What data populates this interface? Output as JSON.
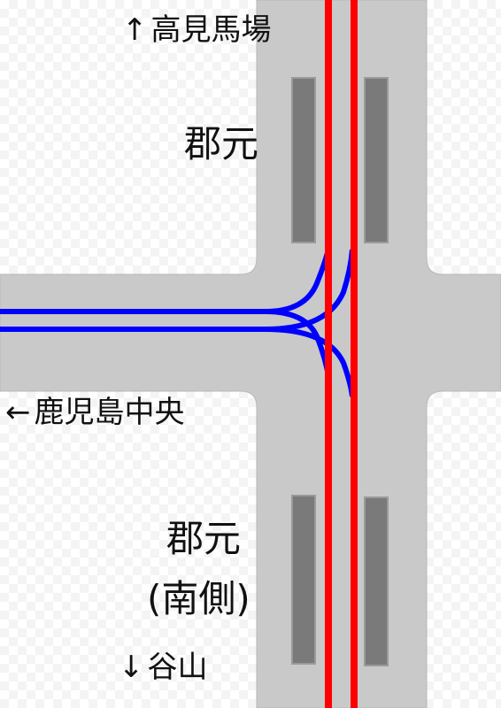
{
  "colors": {
    "road": "#c9c9c9",
    "platform": "#7a7a7a",
    "platform_edge": "#9a9a9a",
    "main_line": "#ff0000",
    "branch_line": "#0000ff",
    "text": "#111111"
  },
  "labels": {
    "north_dest": "高見馬場",
    "north_arrow": "↑",
    "west_dest": "鹿児島中央",
    "west_arrow": "←",
    "south_dest": "谷山",
    "south_arrow": "↓",
    "stop_north": "郡元",
    "stop_south": "郡元",
    "stop_south_sub": "(南側)"
  },
  "icons": {
    "north_arrow": "arrow-up-icon",
    "west_arrow": "arrow-left-icon",
    "south_arrow": "arrow-down-icon"
  }
}
